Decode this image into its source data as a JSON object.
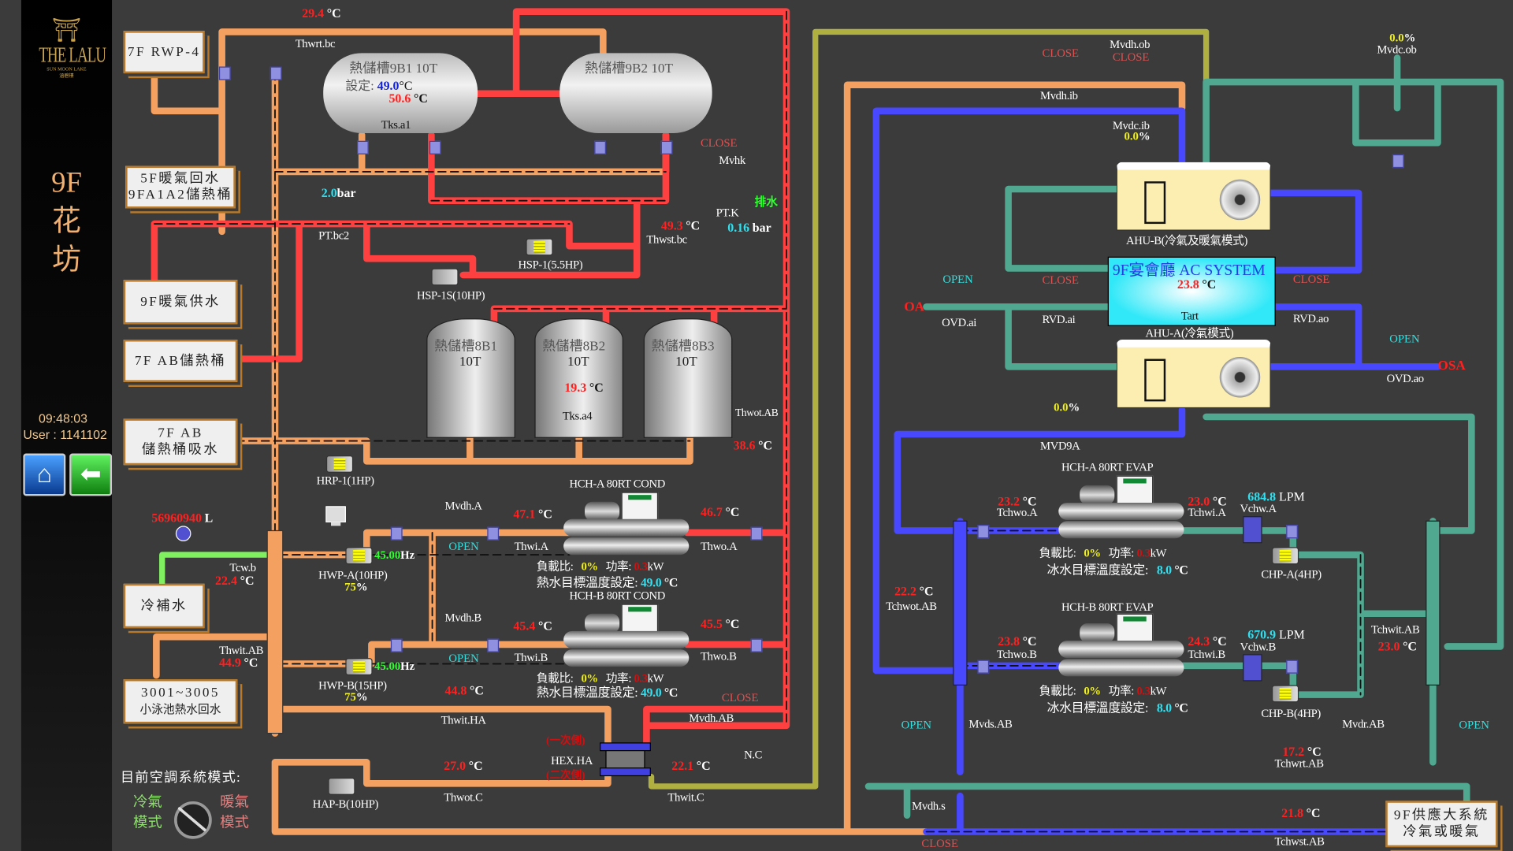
{
  "sidebar": {
    "logo": {
      "brand": "THE LALU",
      "sub": "SUN MOON LAKE",
      "chinese": "涵碧樓"
    },
    "title_lines": [
      "9F",
      "花",
      "坊"
    ],
    "time": "09:48:03",
    "user": "User : 1141102",
    "home_icon": "home-icon",
    "back_icon": "arrow-left-icon"
  },
  "colors": {
    "hot_water": "#ff4040",
    "warm_water": "#f4a060",
    "chilled_water": "#4848ff",
    "cooling_water": "#50a890",
    "makeup_water": "#80f060",
    "condenser": "#b0b040",
    "value_red": "#ff2020",
    "open": "#30e0e0",
    "close": "#e05050"
  },
  "boxes": {
    "rwp4": "7F  RWP-4",
    "f5_return": [
      "5F暖氣回水",
      "9FA1A2儲熱桶"
    ],
    "f9_supply": "9F暖氣供水",
    "f7_ab_tank": "7F  AB儲熱桶",
    "f7_ab_suction": [
      "7F  AB",
      "儲熱桶吸水"
    ],
    "makeup": "冷補水",
    "pool": [
      "3001~3005",
      "小泳池熱水回水"
    ],
    "main_supply": [
      "9F供應大系統",
      "冷氣或暖氣"
    ]
  },
  "tanks": {
    "t9b1": {
      "name": "熱儲槽9B1  10T",
      "setpoint_label": "設定:",
      "setpoint": "49.0",
      "temp": "50.6",
      "sensor": "Tks.a1"
    },
    "t9b2": {
      "name": "熱儲槽9B2  10T"
    },
    "t8b1": {
      "name": "熱儲槽8B1",
      "cap": "10T"
    },
    "t8b2": {
      "name": "熱儲槽8B2",
      "cap": "10T",
      "temp": "19.3",
      "sensor": "Tks.a4"
    },
    "t8b3": {
      "name": "熱儲槽8B3",
      "cap": "10T"
    }
  },
  "unit_c": "°C",
  "sensors": {
    "thwrt_bc": {
      "tag": "Thwrt.bc",
      "value": "29.4"
    },
    "thwst_bc": {
      "tag": "Thwst.bc",
      "value": "49.3"
    },
    "thwot_ab": {
      "tag": "Thwot.AB",
      "value": "38.6"
    },
    "tcw_b": {
      "tag": "Tcw.b",
      "value": "22.4"
    },
    "thwi_a": {
      "tag": "Thwi.A",
      "value": "47.1"
    },
    "thwo_a": {
      "tag": "Thwo.A",
      "value": "46.7"
    },
    "thwi_b": {
      "tag": "Thwi.B",
      "value": "45.4"
    },
    "thwo_b": {
      "tag": "Thwo.B",
      "value": "45.5"
    },
    "thwit_ab": {
      "tag": "Thwit.AB",
      "value": "44.9"
    },
    "thwit_ha": {
      "tag": "Thwit.HA",
      "value": "44.8"
    },
    "thwot_c": {
      "tag": "Thwot.C",
      "value": "27.0"
    },
    "thwit_c": {
      "tag": "Thwit.C",
      "value": "22.1"
    },
    "tart": {
      "tag": "Tart",
      "value": "23.8"
    },
    "tchwo_a": {
      "tag": "Tchwo.A",
      "value": "23.2"
    },
    "tchwi_a": {
      "tag": "Tchwi.A",
      "value": "23.0"
    },
    "tchwo_b": {
      "tag": "Tchwo.B",
      "value": "23.8"
    },
    "tchwi_b": {
      "tag": "Tchwi.B",
      "value": "24.3"
    },
    "tchwot_ab": {
      "tag": "Tchwot.AB",
      "value": "22.2"
    },
    "tchwit_ab": {
      "tag": "Tchwit.AB",
      "value": "23.0"
    },
    "tchwrt_ab": {
      "tag": "Tchwrt.AB",
      "value": "17.2"
    },
    "tchwst_ab": {
      "tag": "Tchwst.AB",
      "value": "21.8"
    }
  },
  "pressure": {
    "pt_bc2": {
      "tag": "PT.bc2",
      "value": "2.0",
      "unit": "bar"
    },
    "pt_k": {
      "tag": "PT.K",
      "value": "0.16",
      "unit": "bar"
    },
    "drain": "排水"
  },
  "flow": {
    "makeup_total": {
      "value": "56960940",
      "unit": "L"
    },
    "vchw_a": {
      "tag": "Vchw.A",
      "value": "684.8",
      "unit": "LPM"
    },
    "vchw_b": {
      "tag": "Vchw.B",
      "value": "670.9",
      "unit": "LPM"
    }
  },
  "pumps": {
    "hsp1": "HSP-1(5.5HP)",
    "hsp1s": "HSP-1S(10HP)",
    "hrp1": "HRP-1(1HP)",
    "hwp_a": {
      "name": "HWP-A(10HP)",
      "freq": "45.00",
      "freq_unit": "Hz",
      "speed": "75",
      "pct": "%"
    },
    "hwp_b": {
      "name": "HWP-B(15HP)",
      "freq": "45.00",
      "freq_unit": "Hz",
      "speed": "75",
      "pct": "%"
    },
    "hap_b": "HAP-B(10HP)",
    "chp_a": "CHP-A(4HP)",
    "chp_b": "CHP-B(4HP)"
  },
  "valves": {
    "mvhk": {
      "tag": "Mvhk",
      "state": "CLOSE"
    },
    "mvdh_a": {
      "tag": "Mvdh.A",
      "state": "OPEN"
    },
    "mvdh_b": {
      "tag": "Mvdh.B",
      "state": "OPEN"
    },
    "mvdh_ab": {
      "tag": "Mvdh.AB",
      "state": "CLOSE"
    },
    "nc": {
      "tag": "N.C"
    },
    "mvdh_ob": {
      "tag": "Mvdh.ob",
      "state": "CLOSE"
    },
    "mvdh_ib": {
      "tag": "Mvdh.ib",
      "state": "CLOSE"
    },
    "mvdc_ib": {
      "tag": "Mvdc.ib",
      "value": "0.0",
      "pct": "%"
    },
    "mvdc_ob": {
      "tag": "Mvdc.ob",
      "value": "0.0",
      "pct": "%"
    },
    "ovd_ai": {
      "tag": "OVD.ai",
      "state": "OPEN"
    },
    "rvd_ai": {
      "tag": "RVD.ai",
      "state": "CLOSE"
    },
    "rvd_ao": {
      "tag": "RVD.ao",
      "state": "CLOSE"
    },
    "ovd_ao": {
      "tag": "OVD.ao",
      "state": "OPEN"
    },
    "mvd9a": {
      "tag": "MVD9A",
      "value": "0.0",
      "pct": "%"
    },
    "mvds_ab": {
      "tag": "Mvds.AB",
      "state": "OPEN"
    },
    "mvdr_ab": {
      "tag": "Mvdr.AB",
      "state": "OPEN"
    },
    "mvdh_s": {
      "tag": "Mvdh.s",
      "state": "CLOSE"
    }
  },
  "air": {
    "oa": "OA",
    "osa": "OSA"
  },
  "chillers": {
    "hch_a_cond": {
      "title": "HCH-A 80RT COND",
      "load_label": "負載比:",
      "load": "0%",
      "power_label": "功率:",
      "power": "0.3",
      "power_unit": "kW",
      "target_label": "熱水目標溫度設定:",
      "target": "49.0"
    },
    "hch_b_cond": {
      "title": "HCH-B 80RT COND",
      "load_label": "負載比:",
      "load": "0%",
      "power_label": "功率:",
      "power": "0.3",
      "power_unit": "kW",
      "target_label": "熱水目標溫度設定:",
      "target": "49.0"
    },
    "hch_a_evap": {
      "title": "HCH-A 80RT EVAP",
      "load_label": "負載比:",
      "load": "0%",
      "power_label": "功率:",
      "power": "0.3",
      "power_unit": "kW",
      "target_label": "冰水目標溫度設定:",
      "target": "8.0"
    },
    "hch_b_evap": {
      "title": "HCH-B 80RT EVAP",
      "load_label": "負載比:",
      "load": "0%",
      "power_label": "功率:",
      "power": "0.3",
      "power_unit": "kW",
      "target_label": "冰水目標溫度設定:",
      "target": "8.0"
    }
  },
  "hex": {
    "name": "HEX.HA",
    "primary": "(一次側)",
    "secondary": "(二次側)"
  },
  "ahu": {
    "ahu_b": "AHU-B(冷氣及暖氣模式)",
    "system": "9F宴會廳  AC  SYSTEM",
    "ahu_a": "AHU-A(冷氣模式)"
  },
  "mode": {
    "label": "目前空調系統模式:",
    "cool": [
      "冷氣",
      "模式"
    ],
    "heat": [
      "暖氣",
      "模式"
    ],
    "selected": "cool"
  }
}
